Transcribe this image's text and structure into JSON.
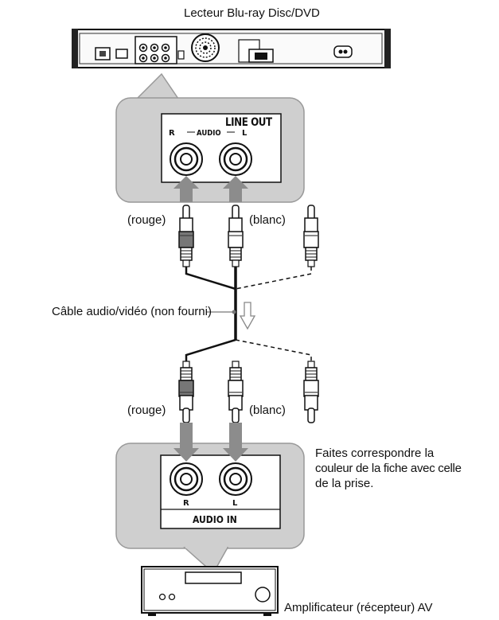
{
  "player": {
    "title": "Lecteur Blu-ray Disc/DVD"
  },
  "player_panel": {
    "line_out": "LINE OUT",
    "audio": "AUDIO",
    "r": "R",
    "l": "L"
  },
  "cable_top": {
    "left_color": "(rouge)",
    "right_color": "(blanc)"
  },
  "cable": {
    "label": "Câble audio/vidéo (non fourni)"
  },
  "cable_bottom": {
    "left_color": "(rouge)",
    "right_color": "(blanc)"
  },
  "note": {
    "line1": "Faites correspondre la",
    "line2": "couleur de la fiche avec celle",
    "line3": "de la prise."
  },
  "amp_panel": {
    "r": "R",
    "l": "L",
    "audio_in": "AUDIO IN"
  },
  "amplifier": {
    "title": "Amplificateur (récepteur) AV"
  }
}
